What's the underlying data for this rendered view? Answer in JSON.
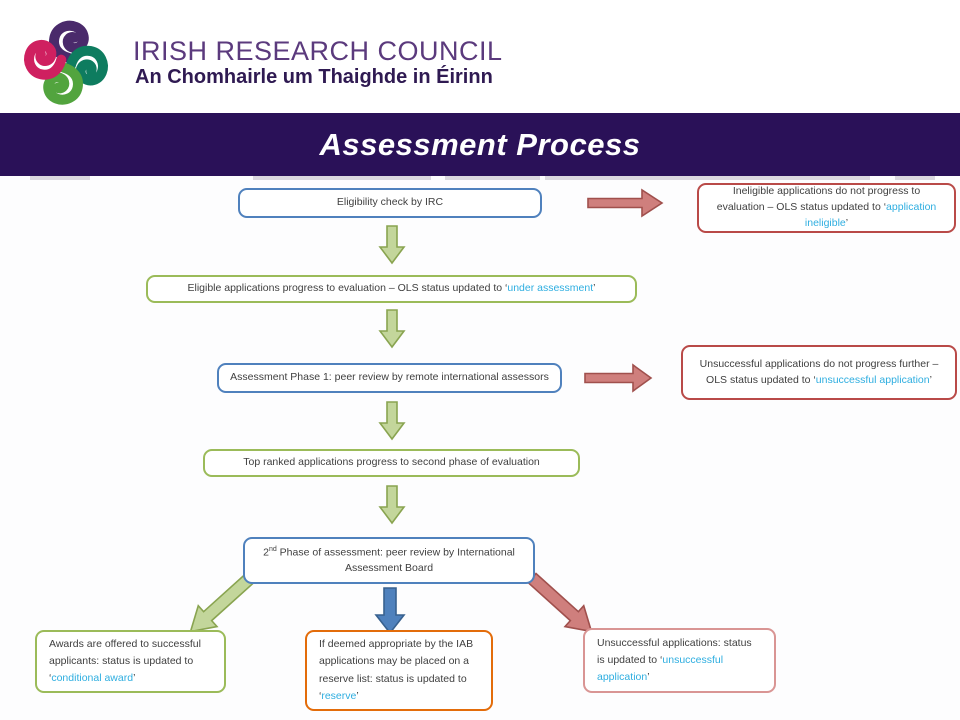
{
  "header": {
    "org_name": "IRISH RESEARCH COUNCIL",
    "org_name_irish": "An Chomhairle um Thaighde in Éirinn",
    "logo_icon": "irc-swirl-logo"
  },
  "banner": {
    "title": "Assessment Process"
  },
  "flowchart": {
    "boxes": {
      "eligibility": {
        "text": "Eligibility check by IRC"
      },
      "ineligible": {
        "pre": "Ineligible applications do not progress to evaluation – OLS status updated to ‘",
        "highlight": "application ineligible",
        "post": "’"
      },
      "eligible": {
        "pre": "Eligible applications progress to evaluation – OLS status updated to ‘",
        "highlight": "under assessment",
        "post": "’"
      },
      "phase1": {
        "text": "Assessment Phase 1: peer review by remote international assessors"
      },
      "unsuccessful1": {
        "pre": "Unsuccessful applications do not progress further – OLS status updated to ‘",
        "highlight": "unsuccessful application",
        "post": "’"
      },
      "top_ranked": {
        "text": "Top ranked applications progress to second phase of evaluation"
      },
      "phase2": {
        "num": "2",
        "sup": "nd",
        "rest": " Phase of assessment: peer review by International Assessment Board"
      },
      "award": {
        "pre": "Awards are offered to successful applicants: status is updated to ‘",
        "highlight": "conditional award",
        "post": "’"
      },
      "reserve": {
        "pre": "If deemed appropriate by the IAB applications may be placed on a reserve list: status is updated to ‘",
        "highlight": "reserve",
        "post": "’"
      },
      "unsuccessful2": {
        "pre": "Unsuccessful applications: status is updated to ‘",
        "highlight": "unsuccessful application",
        "post": "’"
      }
    },
    "arrow_icons": [
      "arrow-right-red-icon",
      "arrow-down-green-icon",
      "arrow-right-red-icon",
      "arrow-down-green-icon",
      "arrow-down-green-icon",
      "arrow-down-green-icon",
      "arrow-diagonal-down-left-green-icon",
      "arrow-down-blue-icon",
      "arrow-diagonal-down-right-red-icon"
    ]
  },
  "colors": {
    "banner_bg": "#2a1158",
    "irc_purple": "#5b3a7d",
    "irish_dark": "#2f1a52",
    "text": "#3f3f3f",
    "highlight_blue": "#2eaee0",
    "blue_border": "#4f81bd",
    "green_border": "#9bbb59",
    "red_border": "#b94a48",
    "orange_border": "#e36c0a",
    "pink_border": "#d99594",
    "green_arrow_fill": "#c3d69b",
    "green_arrow_stroke": "#89a450",
    "red_arrow_fill": "#cf7f7d",
    "red_arrow_stroke": "#a0504d",
    "blue_arrow_fill": "#4f81bd",
    "blue_arrow_stroke": "#38618f",
    "logo_purple": "#4a2a6b",
    "logo_pink": "#cf2060",
    "logo_teal": "#0e7c5f",
    "logo_green": "#52a43e"
  }
}
